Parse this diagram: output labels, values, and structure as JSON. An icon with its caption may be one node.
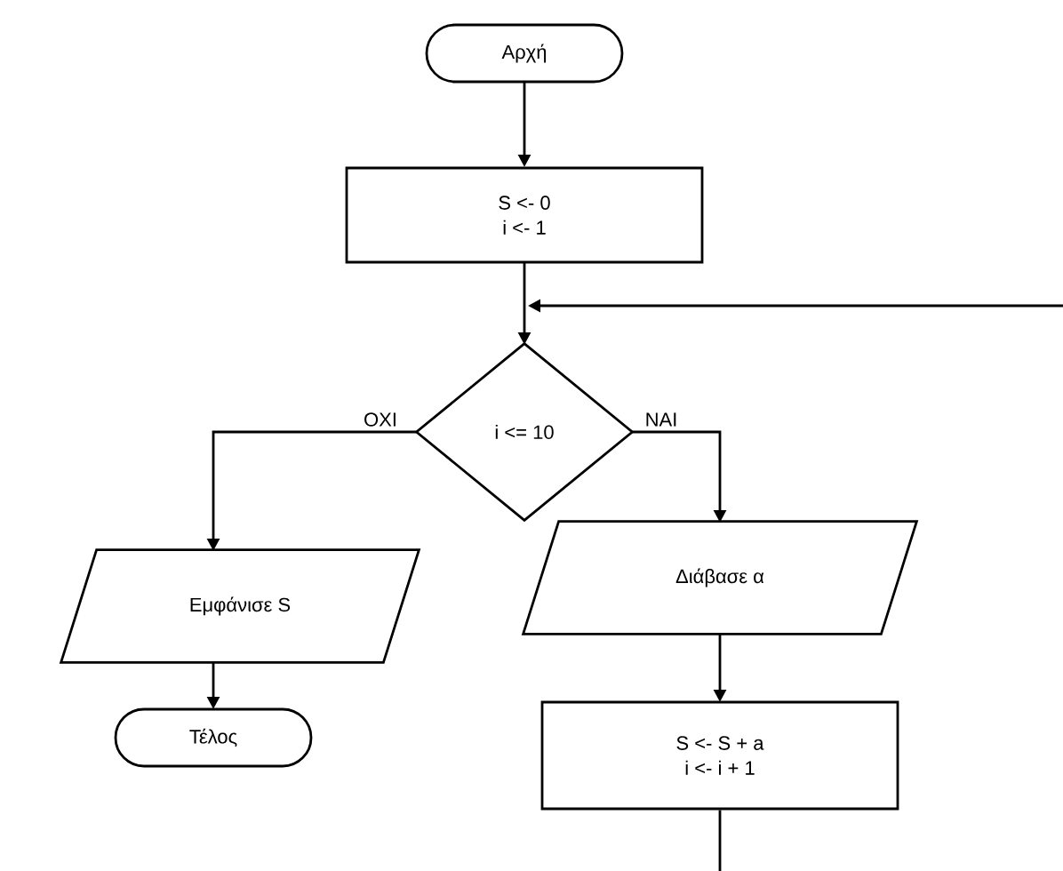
{
  "diagram": {
    "nodes": [
      {
        "text": [
          "Αρχή"
        ]
      },
      {
        "text": [
          "S <- 0",
          "i <- 1"
        ]
      },
      {
        "text": [
          "i <= 10"
        ]
      },
      {
        "text": [
          "Εμφάνισε S"
        ]
      },
      {
        "text": [
          "Τέλος"
        ]
      },
      {
        "text": [
          "Διάβασε α"
        ]
      },
      {
        "text": [
          "S <- S + a",
          "i <- i + 1"
        ]
      }
    ],
    "edges": [
      {
        "from": 0,
        "to": 1,
        "arrow": "to"
      },
      {
        "from": 1,
        "to": 2,
        "arrow": "to"
      },
      {
        "from": 2,
        "to": 3,
        "arrow": "to",
        "label": "ΟΧΙ"
      },
      {
        "from": 2,
        "to": 5,
        "arrow": "to",
        "label": "ΝΑΙ"
      },
      {
        "from": 3,
        "to": 4,
        "arrow": "to"
      },
      {
        "from": 5,
        "to": 6,
        "arrow": "to"
      },
      {
        "from": 6,
        "to": null,
        "arrow": "none"
      },
      {
        "from": null,
        "to": 2,
        "arrow": "to"
      }
    ]
  }
}
